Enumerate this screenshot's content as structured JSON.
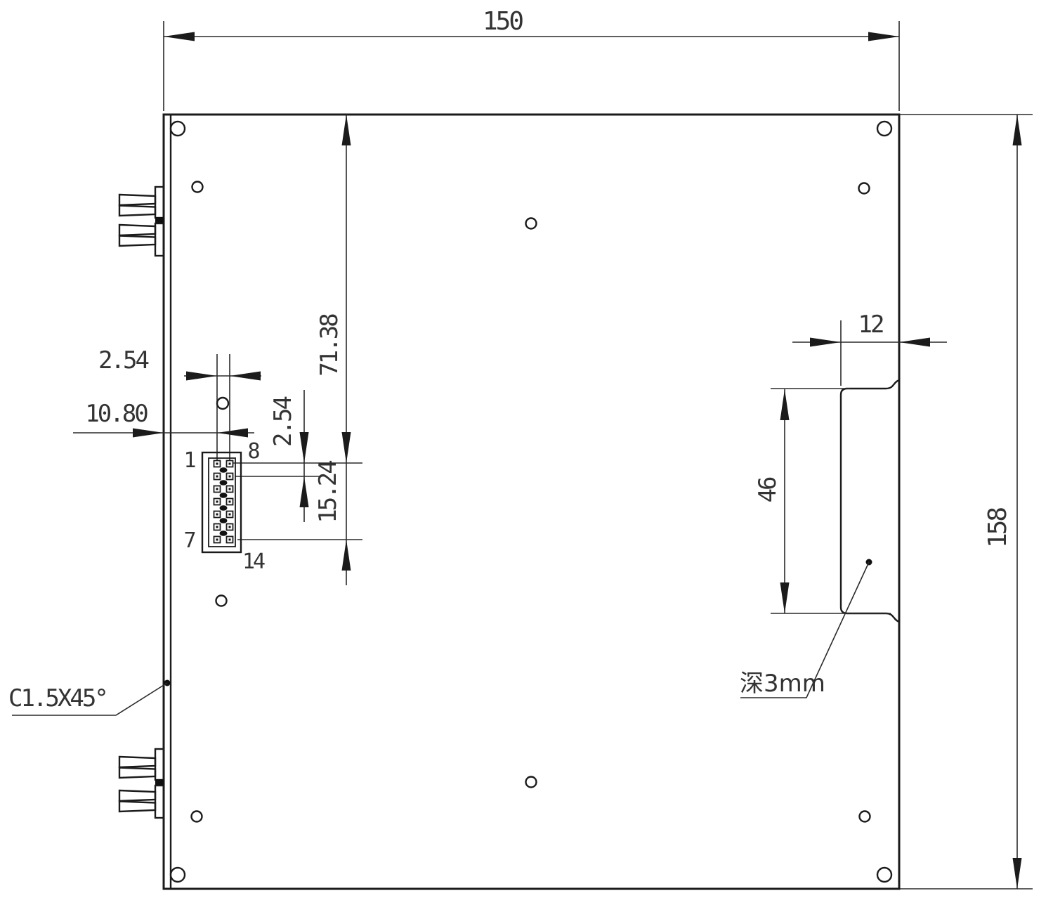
{
  "drawing": {
    "title": "panel-dimension-drawing",
    "units": "mm",
    "colors": {
      "line": "#1b1b1b",
      "text": "#333333",
      "background": "#ffffff"
    },
    "dims": {
      "overall_width": "150",
      "overall_height": "158",
      "pin_row1_from_top": "71.38",
      "pin_pitch_horizontal": "2.54",
      "connector_from_left_edge": "10.80",
      "pin_row_pitch": "2.54",
      "pin_rows_span": "15.24",
      "slot_width": "12",
      "slot_length": "46"
    },
    "notes": {
      "slot_depth": "深3mm",
      "chamfer": "C1.5X45°"
    },
    "pin_labels": {
      "top_left": "1",
      "top_right": "8",
      "bottom_left": "7",
      "bottom_right": "14"
    }
  }
}
